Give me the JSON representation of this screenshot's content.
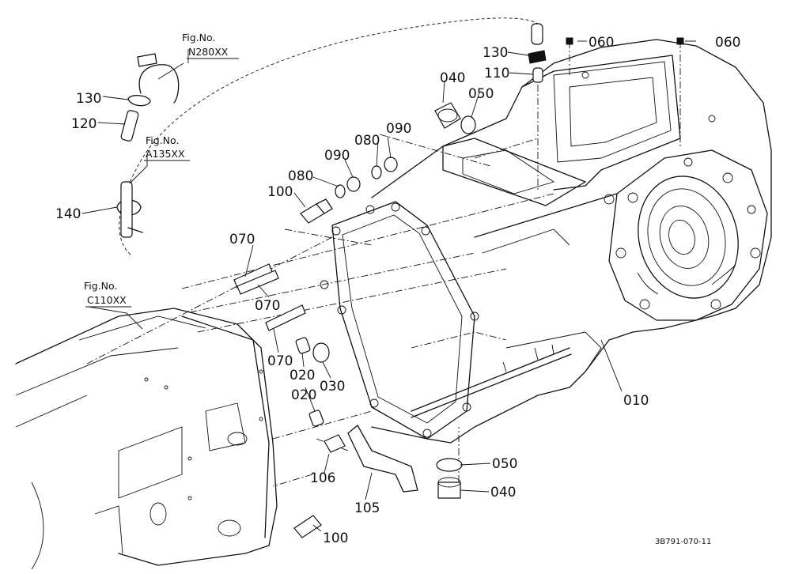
{
  "figure_code": "3B791-070-11",
  "refs": {
    "n280": {
      "title": "Fig.No.",
      "code": "N280XX"
    },
    "a135": {
      "title": "Fig.No.",
      "code": "A135XX"
    },
    "c110": {
      "title": "Fig.No.",
      "code": "C110XX"
    }
  },
  "labels": {
    "p130a": "130",
    "p120": "120",
    "p140": "140",
    "p130b": "130",
    "p110": "110",
    "p060a": "060",
    "p060b": "060",
    "p040a": "040",
    "p050a": "050",
    "p090a": "090",
    "p080a": "080",
    "p090b": "090",
    "p080b": "080",
    "p100a": "100",
    "p070a": "070",
    "p070b": "070",
    "p070c": "070",
    "p020a": "020",
    "p030": "030",
    "p020b": "020",
    "p010": "010",
    "p050b": "050",
    "p040b": "040",
    "p106": "106",
    "p105": "105",
    "p100b": "100"
  }
}
